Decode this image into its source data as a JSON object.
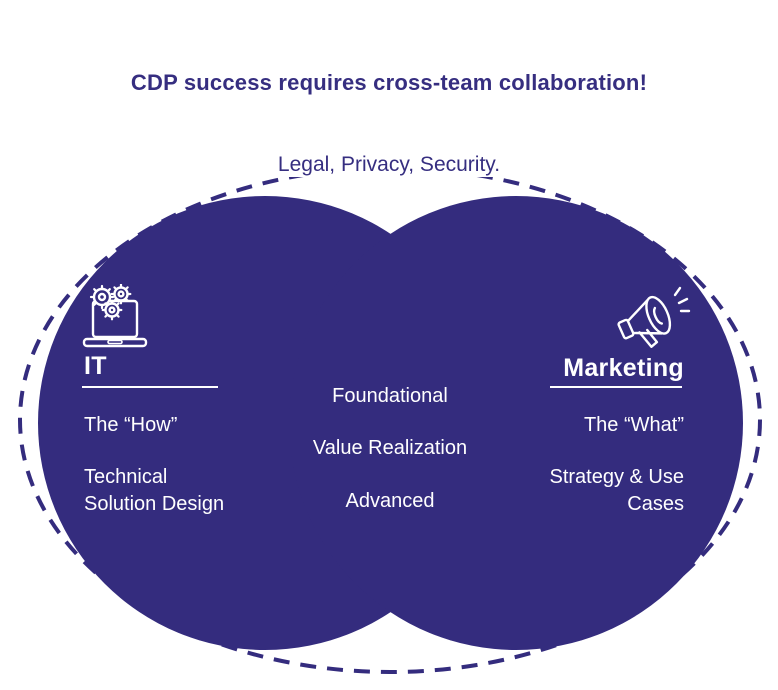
{
  "title": "CDP success requires cross-team collaboration!",
  "venn": {
    "outer_label": "Legal, Privacy, Security.",
    "left": {
      "icon": "laptop-gears-icon",
      "heading": "IT",
      "line1": "The “How”",
      "line2": "Technical Solution Design"
    },
    "center": {
      "items": [
        "Foundational",
        "Value Realization",
        "Advanced"
      ]
    },
    "right": {
      "icon": "megaphone-icon",
      "heading": "Marketing",
      "line1": "The “What”",
      "line2": "Strategy & Use Cases"
    }
  },
  "colors": {
    "purple": "#342c7e",
    "text_on_purple": "#ffffff",
    "background": "#ffffff"
  }
}
